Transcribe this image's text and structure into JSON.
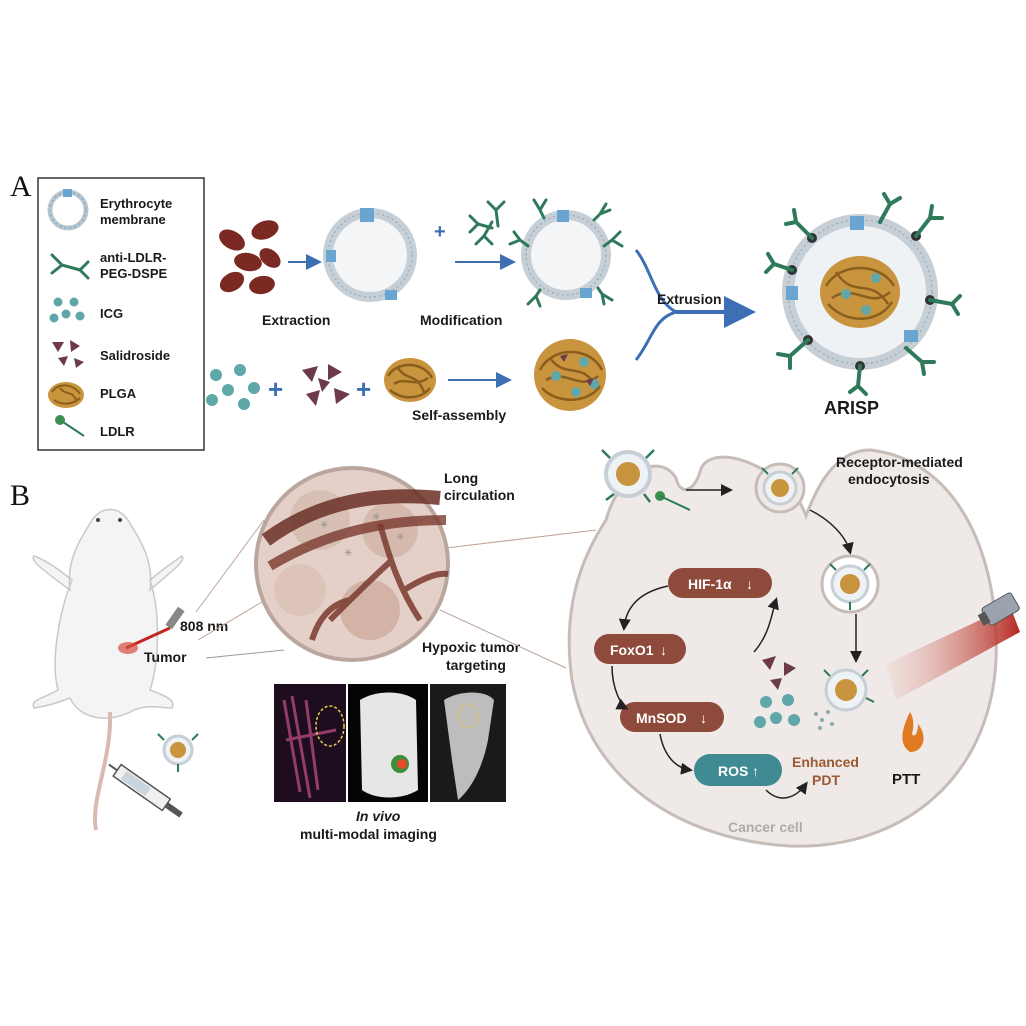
{
  "panels": {
    "a": "A",
    "b": "B"
  },
  "legend": {
    "items": [
      {
        "line1": "Erythrocyte",
        "line2": "membrane",
        "icon": "membrane-icon"
      },
      {
        "line1": "anti-LDLR-",
        "line2": "PEG-DSPE",
        "icon": "antibody-icon"
      },
      {
        "line1": "ICG",
        "line2": "",
        "icon": "icg-dots-icon"
      },
      {
        "line1": "Salidroside",
        "line2": "",
        "icon": "salidroside-icon"
      },
      {
        "line1": "PLGA",
        "line2": "",
        "icon": "plga-icon"
      },
      {
        "line1": "LDLR",
        "line2": "",
        "icon": "ldlr-icon"
      }
    ]
  },
  "steps": {
    "extraction": "Extraction",
    "modification": "Modification",
    "self_assembly": "Self-assembly",
    "extrusion": "Extrusion",
    "product": "ARISP"
  },
  "panel_b": {
    "long_circulation_1": "Long",
    "long_circulation_2": "circulation",
    "laser": "808 nm",
    "tumor": "Tumor",
    "hypoxic_1": "Hypoxic tumor",
    "hypoxic_2": "targeting",
    "imaging_1": "In vivo",
    "imaging_2": "multi-modal imaging",
    "receptor_1": "Receptor-mediated",
    "receptor_2": "endocytosis",
    "hif": "HIF-1α",
    "foxo1": "FoxO1",
    "mnsod": "MnSOD",
    "ros": "ROS",
    "pdt_1": "Enhanced",
    "pdt_2": "PDT",
    "ptt": "PTT",
    "cancer_cell": "Cancer cell",
    "down_arrow": "↓",
    "up_arrow": "↑"
  },
  "colors": {
    "rbc": "#7a2a22",
    "antibody": "#2f7a5a",
    "icg": "#5fa7a9",
    "salidroside": "#6d3a4a",
    "plga": "#c9943e",
    "arrow_blue": "#3d6fb5",
    "pathway_box": "#8e4a3b",
    "ros_box": "#3f8a93",
    "cell_fill": "#efe9e7",
    "enhanced_pdt": "#9a5a33"
  }
}
